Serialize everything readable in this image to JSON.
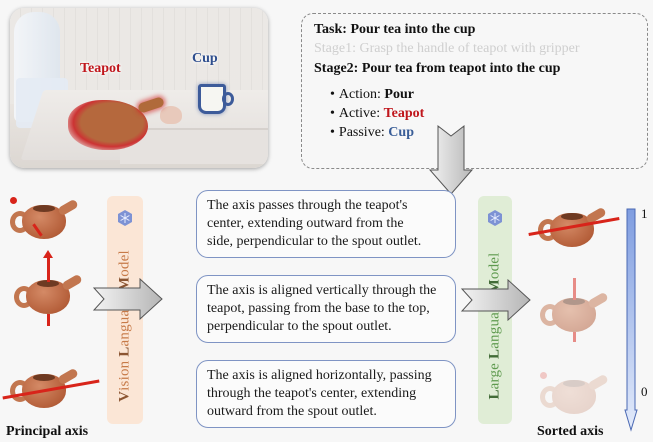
{
  "scene": {
    "labels": {
      "teapot": "Teapot",
      "cup": "Cup"
    },
    "colors": {
      "teapot": "#c0161c",
      "cup": "#2f4e8e"
    }
  },
  "task_box": {
    "task": "Task: Pour tea into the cup",
    "stage1": "Stage1: Grasp the handle of teapot with gripper",
    "stage2": "Stage2: Pour tea from teapot into the cup",
    "items": [
      {
        "key": "Action: ",
        "value": "Pour",
        "style": "bold"
      },
      {
        "key": "Active: ",
        "value": "Teapot",
        "style": "red"
      },
      {
        "key": "Passive: ",
        "value": "Cup",
        "style": "blue"
      }
    ],
    "bullet": "•"
  },
  "vlm": {
    "prefix_v": "V",
    "rest_v": "ision ",
    "prefix_l": "L",
    "rest_l": "anguage ",
    "prefix_m": "M",
    "rest_m": "odel",
    "icon": "snowflake-frozen-icon"
  },
  "llm": {
    "prefix_l1": "L",
    "rest_l1": "arge ",
    "prefix_l2": "L",
    "rest_l2": "anguage ",
    "prefix_m": "M",
    "rest_m": "odel",
    "icon": "snowflake-frozen-icon"
  },
  "descriptions": [
    {
      "lines": [
        "The axis passes through the teapot's",
        "center, extending outward from the",
        "side, perpendicular to the spout outlet."
      ]
    },
    {
      "lines": [
        "The axis is aligned vertically through the",
        "teapot, passing from the base to the top,",
        "perpendicular to the spout outlet."
      ]
    },
    {
      "lines": [
        "The axis is aligned horizontally, passing",
        "through the teapot's center, extending",
        "outward from the spout outlet."
      ]
    }
  ],
  "captions": {
    "left": "Principal axis",
    "right": "Sorted axis"
  },
  "scale": {
    "top": "1",
    "bottom": "0",
    "color": "#8fa9e0"
  }
}
